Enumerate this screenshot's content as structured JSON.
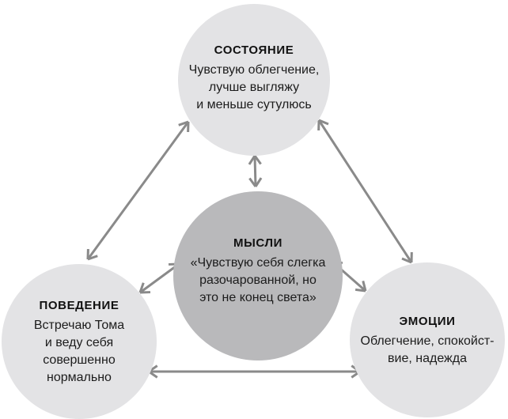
{
  "diagram": {
    "title": "",
    "nodes": {
      "state": {
        "title": "СОСТОЯНИЕ",
        "lines": [
          "Чувствую облегчение,",
          "лучше выгляжу",
          "и меньше сутулюсь"
        ]
      },
      "thoughts": {
        "title": "МЫСЛИ",
        "lines": [
          "«Чувствую себя слегка",
          "разочарованной, но",
          "это не конец света»"
        ]
      },
      "behavior": {
        "title": "ПОВЕДЕНИЕ",
        "lines": [
          "Встречаю Тома",
          "и веду себя",
          "совершенно",
          "нормально"
        ]
      },
      "emotions": {
        "title": "ЭМОЦИИ",
        "lines": [
          "Облегчение, спокойст-",
          "вие, надежда"
        ]
      }
    },
    "connections": [
      {
        "id": "state-thoughts",
        "from": "state",
        "to": "thoughts",
        "bidirectional": true
      },
      {
        "id": "state-behavior",
        "from": "state",
        "to": "behavior",
        "bidirectional": true
      },
      {
        "id": "state-emotions",
        "from": "state",
        "to": "emotions",
        "bidirectional": true
      },
      {
        "id": "thoughts-behavior",
        "from": "thoughts",
        "to": "behavior",
        "bidirectional": true
      },
      {
        "id": "thoughts-emotions",
        "from": "thoughts",
        "to": "emotions",
        "bidirectional": true
      },
      {
        "id": "behavior-emotions",
        "from": "behavior",
        "to": "emotions",
        "bidirectional": true
      }
    ],
    "colors": {
      "light_circle": "#e3e3e5",
      "dark_circle": "#b9b9bb",
      "arrow": "#8a8a8a",
      "text": "#1c1c1c"
    }
  }
}
